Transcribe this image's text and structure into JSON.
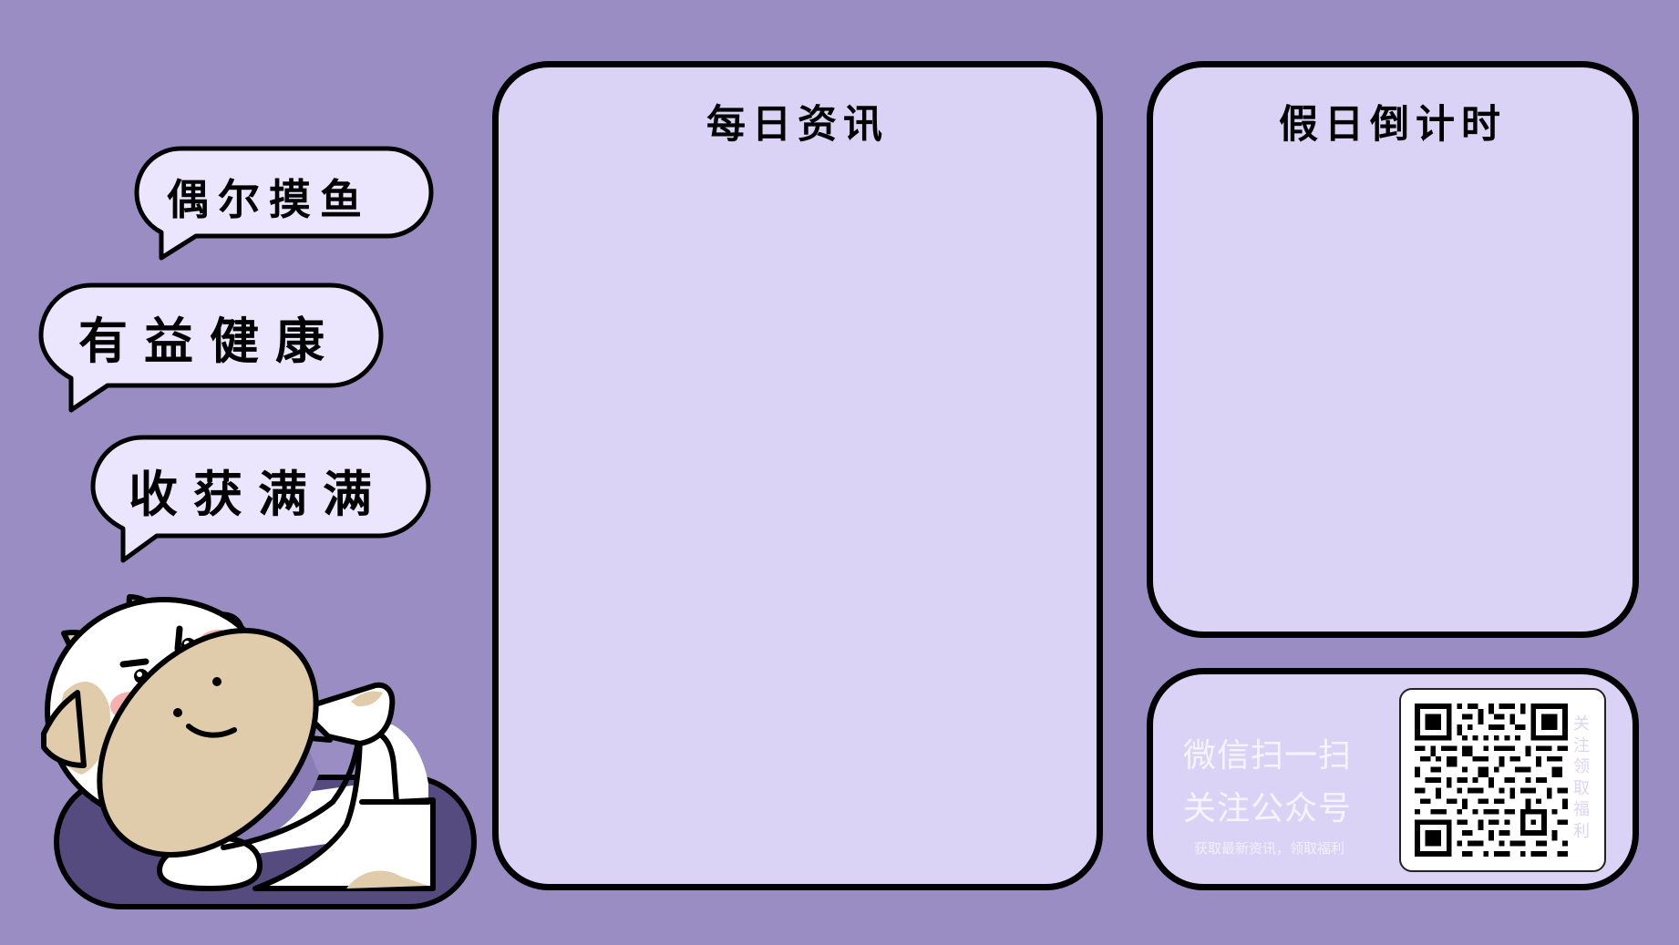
{
  "colors": {
    "background": "#998dc4",
    "panel_fill": "#dad3f5",
    "bubble_fill": "#ebe5fd",
    "outline": "#000000",
    "cushion": "#564b7e",
    "cow_muzzle": "#e0cbaa",
    "cow_cheek": "#f7b0b0",
    "cow_body_shadow": "#8a7cb7"
  },
  "bubbles": [
    {
      "label": "偶尔摸鱼"
    },
    {
      "label": "有益健康"
    },
    {
      "label": "收获满满"
    }
  ],
  "panels": {
    "daily_news": {
      "title": "每日资讯"
    },
    "holiday_countdown": {
      "title": "假日倒计时"
    }
  },
  "qr_card": {
    "line1": "微信扫一扫",
    "line2": "关注公众号",
    "caption": "获取最新资讯，领取福利",
    "vertical_label": [
      "关",
      "注",
      "领",
      "取",
      "福",
      "利"
    ],
    "qr_icon": "qr-code-icon"
  },
  "illustration": {
    "character": "cartoon-cow-icon",
    "cushion": "cushion-icon"
  }
}
